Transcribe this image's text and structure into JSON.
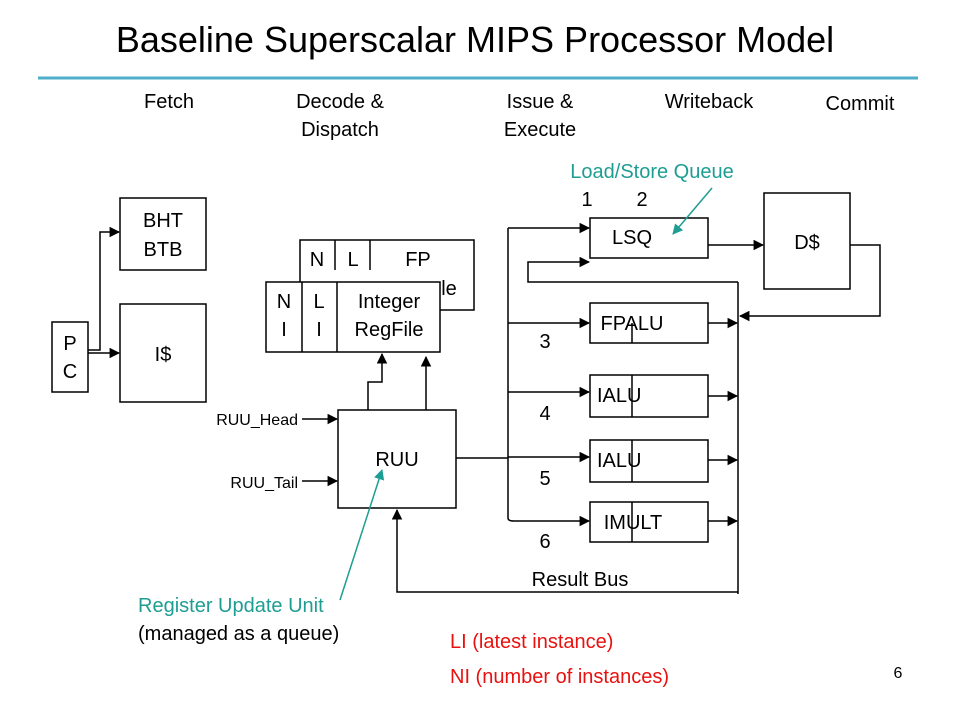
{
  "slide": {
    "title": "Baseline Superscalar MIPS Processor Model",
    "page_number": "6"
  },
  "colors": {
    "rule_line": "#4FAFC8",
    "callout_teal": "#1E9E93",
    "legend_red": "#E8110F",
    "stroke": "#000000"
  },
  "stages": {
    "fetch": "Fetch",
    "decode_1": "Decode &",
    "decode_2": "Dispatch",
    "issue_1": "Issue &",
    "issue_2": "Execute",
    "writeback": "Writeback",
    "commit": "Commit"
  },
  "blocks": {
    "pc_1": "P",
    "pc_2": "C",
    "bht": "BHT",
    "btb": "BTB",
    "icache": "I$",
    "fp_n": "N",
    "fp_l": "L",
    "fp_name": "FP",
    "fp_regfile_partial": "le",
    "int_n": "N",
    "int_i1": "I",
    "int_l": "L",
    "int_i2": "I",
    "int_name_1": "Integer",
    "int_name_2": "RegFile",
    "ruu": "RUU",
    "lsq": "LSQ",
    "dcache": "D$",
    "fpalu": "FPALU",
    "ialu_1": "IALU",
    "ialu_2": "IALU",
    "imult": "IMULT"
  },
  "port_labels": {
    "p1": "1",
    "p2": "2",
    "p3": "3",
    "p4": "4",
    "p5": "5",
    "p6": "6"
  },
  "pointers": {
    "ruu_head": "RUU_Head",
    "ruu_tail": "RUU_Tail"
  },
  "bus": {
    "result_bus": "Result Bus"
  },
  "callouts": {
    "lsq_label": "Load/Store Queue",
    "ruu_label": "Register Update Unit",
    "ruu_note": "(managed as a queue)"
  },
  "legend": {
    "li": "LI (latest instance)",
    "ni": "NI (number of instances)"
  }
}
